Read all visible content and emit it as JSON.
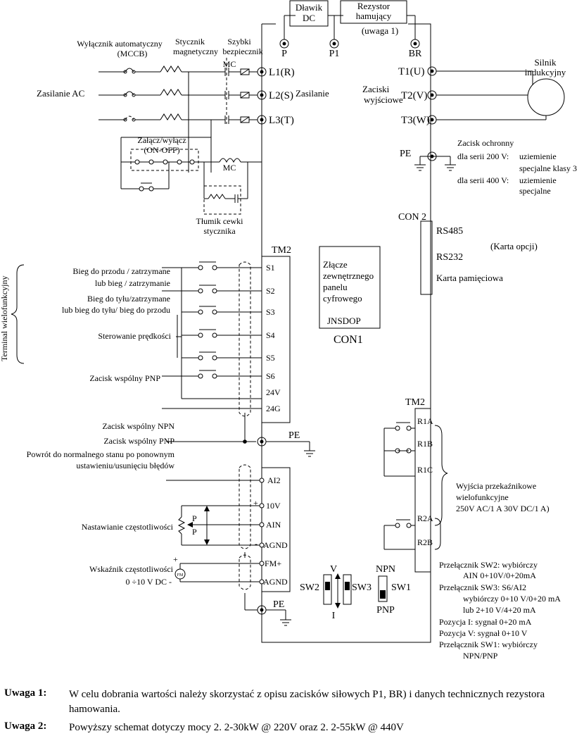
{
  "top": {
    "choke": [
      "Dławik",
      "DC"
    ],
    "resistor": [
      "Rezystor",
      "hamujący"
    ],
    "resistor_note": "(uwaga 1)",
    "terminal_p": "P",
    "terminal_p1": "P1",
    "terminal_br": "BR"
  },
  "power": {
    "breaker": [
      "Wyłącznik automatyczny",
      "(MCCB)"
    ],
    "contactor": [
      "Stycznik",
      "magnetyczny"
    ],
    "fuse": [
      "Szybki",
      "bezpiecznik"
    ],
    "mc": "MC",
    "ac_supply": "Zasilanie AC",
    "supply": "Zasilanie",
    "l1": "L1(R)",
    "l2": "L2(S)",
    "l3": "L3(T)",
    "onoff": [
      "Załącz/wyłącz",
      "(ON-OFF)"
    ],
    "mc_coil": "MC",
    "suppressor": [
      "Tłumik cewki",
      "stycznika"
    ]
  },
  "motor": {
    "label": [
      "Silnik",
      "indukcyjny"
    ],
    "outputs": [
      "Zaciski",
      "wyjściowe"
    ],
    "t1": "T1(U)",
    "t2": "T2(V)",
    "t3": "T3(W)",
    "pe": "PE",
    "ground": [
      "Zacisk ochronny",
      "dla serii 200 V:",
      "dla serii 400 V:"
    ],
    "ground_200": [
      "uziemienie",
      "specjalne klasy 3"
    ],
    "ground_400": [
      "uziemienie",
      "specjalne"
    ]
  },
  "con2": {
    "title": "CON 2",
    "rs485": "RS485",
    "rs232": "RS232",
    "memory": "Karta pamięciowa",
    "option": "(Karta opcji)"
  },
  "con1": {
    "text": [
      "Złącze",
      "zewnętrznego",
      "panelu",
      "cyfrowego"
    ],
    "model": "JNSDOP",
    "name": "CON1"
  },
  "tm2_left": {
    "title": "TM2",
    "multi": "Terminal wielofunkcyjny",
    "terminals": [
      "S1",
      "S2",
      "S3",
      "S4",
      "S5",
      "S6",
      "24V",
      "24G"
    ],
    "labels": {
      "fwd": [
        "Bieg do przodu / zatrzymane",
        "lub bieg / zatrzymanie"
      ],
      "rev": [
        "Bieg do tyłu/zatrzymane",
        "lub bieg do tyłu/ bieg do przodu"
      ],
      "speed": "Sterowanie prędkości",
      "pnp_common": "Zacisk wspólny PNP"
    },
    "npn": "Zacisk wspólny NPN",
    "pnp": "Zacisk wspólny PNP",
    "reset": [
      "Powrót do normalnego stanu po ponownym",
      "ustawieniu/usunięciu błędów"
    ],
    "pe": "PE"
  },
  "analog": {
    "terminals": [
      "AI2",
      "10V",
      "AIN",
      "AGND",
      "FM+",
      "AGND"
    ],
    "freq_set": "Nastawianie częstotliwości",
    "p": "P",
    "freq_ind": [
      "Wskaźnik częstotliwości",
      "0 ÷10 V DC -"
    ],
    "fm": "FM",
    "plus": "+",
    "minus": "-",
    "pe": "PE"
  },
  "switches": {
    "v": "V",
    "i": "I",
    "sw2": "SW2",
    "sw3": "SW3",
    "sw1": "SW1",
    "npn": "NPN",
    "pnp": "PNP"
  },
  "relay": {
    "title": "TM2",
    "terminals": [
      "R1A",
      "R1B",
      "R1C",
      "R2A",
      "R2B"
    ],
    "desc": [
      "Wyjścia przekaźnikowe",
      "wielofunkcyjne",
      "250V AC/1 A 30V DC/1 A)"
    ]
  },
  "sw_notes": [
    "Przełącznik SW2: wybiórczy",
    "AIN 0+10V/0+20mA",
    "Przełącznik SW3: S6/AI2",
    "wybiórczy 0+10 V/0+20 mA",
    "lub 2+10 V/4+20 mA",
    "Pozycja I: sygnał 0+20 mA",
    "Pozycja V: sygnał 0+10 V",
    "Przełącznik SW1: wybiórczy",
    "NPN/PNP"
  ],
  "notes": [
    {
      "label": "Uwaga 1:",
      "text": "W celu dobrania wartości należy skorzystać z opisu zacisków siłowych P1, BR) i danych technicznych rezystora hamowania."
    },
    {
      "label": "Uwaga 2:",
      "text": "Powyższy schemat dotyczy mocy 2. 2-30kW @ 220V oraz 2. 2-55kW @ 440V"
    }
  ]
}
